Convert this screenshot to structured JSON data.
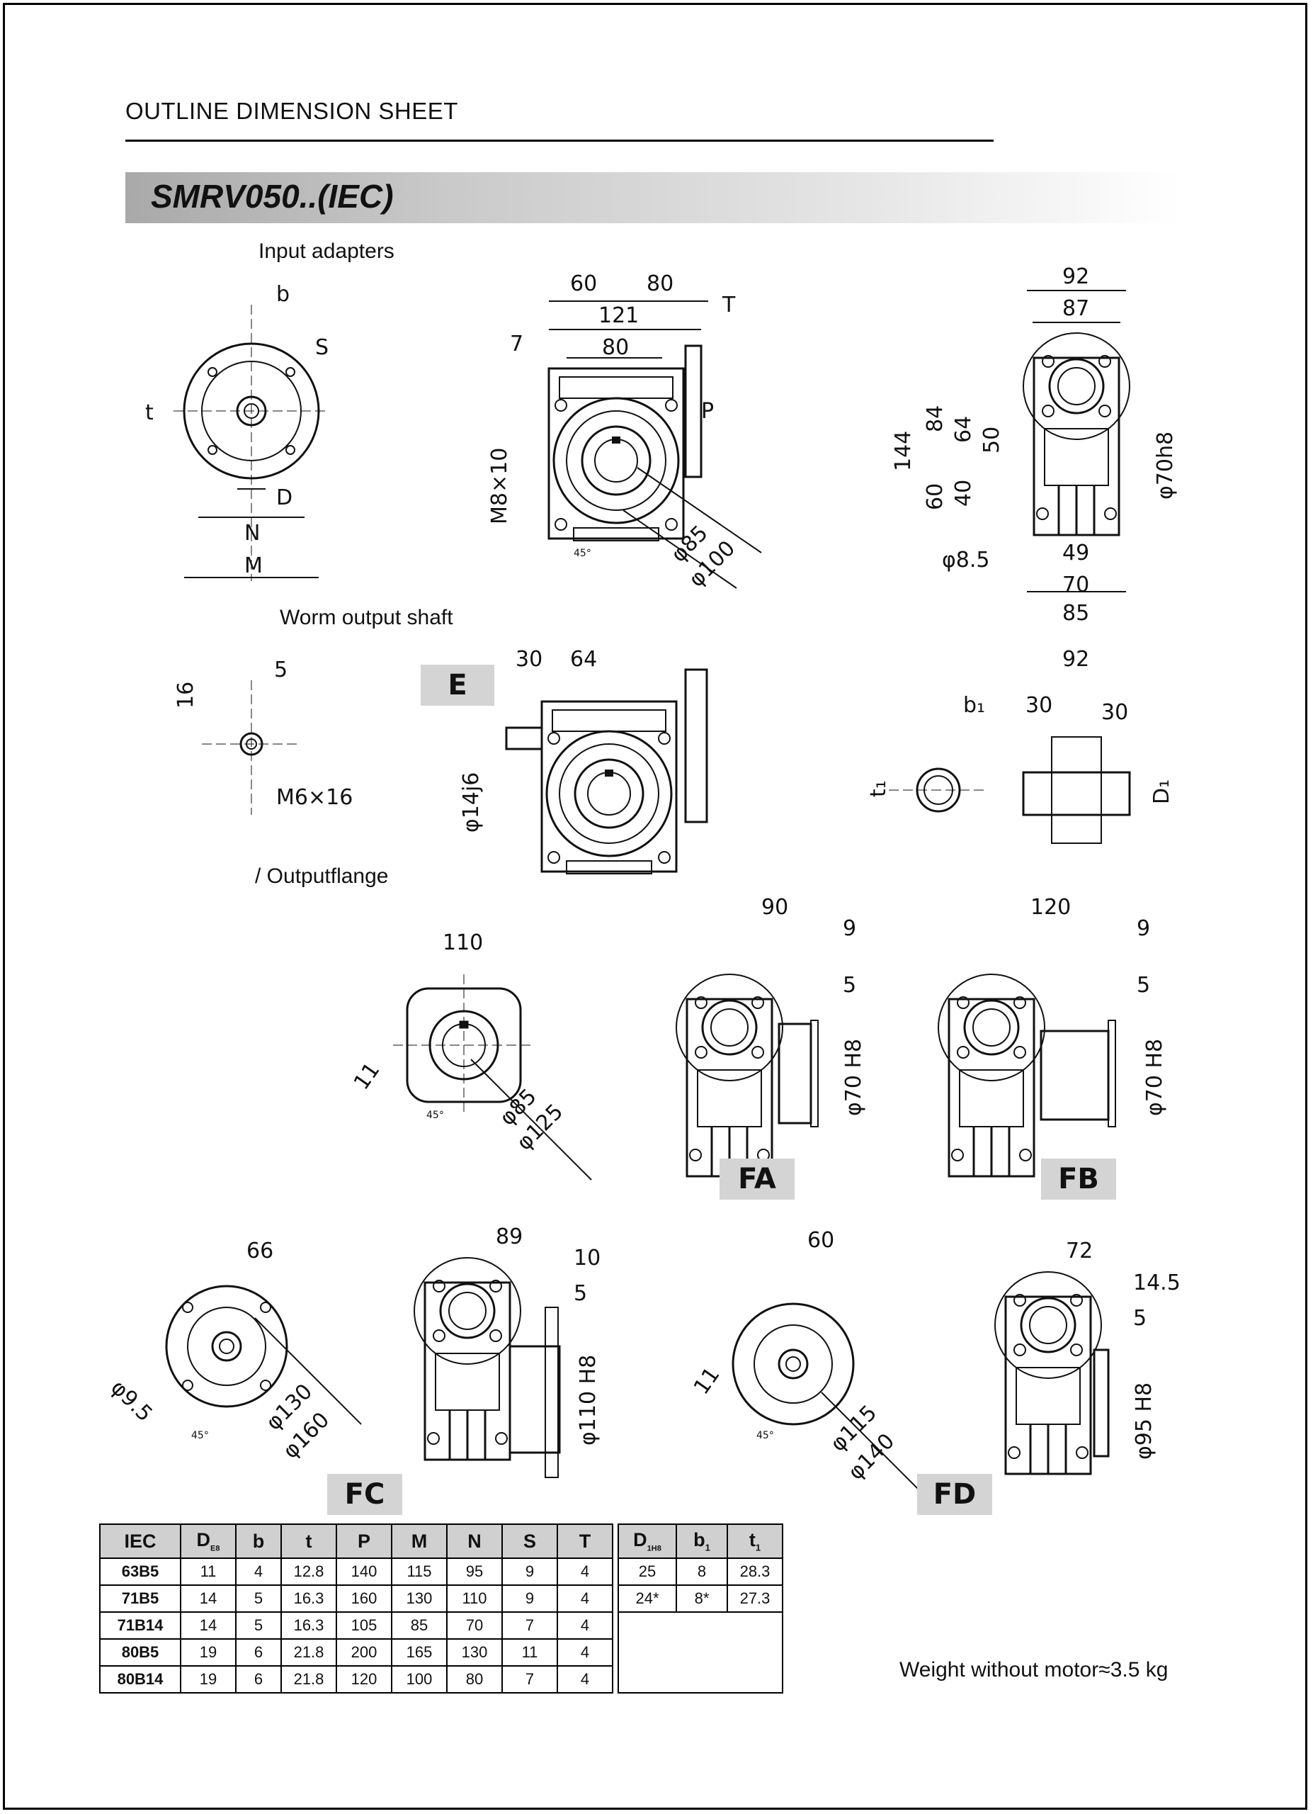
{
  "header": {
    "title": "OUTLINE DIMENSION SHEET",
    "model": "SMRV050..(IEC)"
  },
  "sections": {
    "input_adapters": "Input adapters",
    "worm_output_shaft": "Worm output shaft",
    "output_flange": "/ Outputflange"
  },
  "tags": {
    "e": "E",
    "fa": "FA",
    "fb": "FB",
    "fc": "FC",
    "fd": "FD"
  },
  "dimensions": {
    "input_front": [
      "b",
      "S",
      "t",
      "D",
      "N",
      "M"
    ],
    "input_side": [
      "60",
      "80",
      "121",
      "80",
      "T",
      "7",
      "P",
      "M8×10",
      "45°",
      "φ85",
      "φ100"
    ],
    "input_end": [
      "92",
      "87",
      "144",
      "84",
      "64",
      "50",
      "40",
      "60",
      "φ70h8",
      "φ8.5",
      "49",
      "70",
      "85"
    ],
    "worm_shaft": [
      "5",
      "16",
      "M6×16"
    ],
    "worm_side": [
      "30",
      "64",
      "φ14j6"
    ],
    "hollow_shaft": [
      "b₁",
      "t₁",
      "92",
      "30",
      "30",
      "D₁"
    ],
    "flange_front": [
      "110",
      "11",
      "45°",
      "φ85",
      "φ125"
    ],
    "fa": [
      "90",
      "9",
      "5",
      "φ70 H8"
    ],
    "fb": [
      "120",
      "9",
      "5",
      "φ70 H8"
    ],
    "fc_front": [
      "66",
      "φ9.5",
      "45°",
      "φ130",
      "φ160"
    ],
    "fc_side": [
      "89",
      "10",
      "5",
      "φ110 H8"
    ],
    "fd_front": [
      "60",
      "11",
      "45°",
      "φ115",
      "φ140"
    ],
    "fd_side": [
      "72",
      "14.5",
      "5",
      "φ95 H8"
    ]
  },
  "table": {
    "headers": [
      "IEC",
      "D",
      "b",
      "t",
      "P",
      "M",
      "N",
      "S",
      "T"
    ],
    "header_subs": {
      "d": "E8",
      "d1": "1H8",
      "b1": "1",
      "t1": "1"
    },
    "headers_right": [
      "D",
      "b",
      "t"
    ],
    "rows": [
      [
        "63B5",
        "11",
        "4",
        "12.8",
        "140",
        "115",
        "95",
        "9",
        "4"
      ],
      [
        "71B5",
        "14",
        "5",
        "16.3",
        "160",
        "130",
        "110",
        "9",
        "4"
      ],
      [
        "71B14",
        "14",
        "5",
        "16.3",
        "105",
        "85",
        "70",
        "7",
        "4"
      ],
      [
        "80B5",
        "19",
        "6",
        "21.8",
        "200",
        "165",
        "130",
        "11",
        "4"
      ],
      [
        "80B14",
        "19",
        "6",
        "21.8",
        "120",
        "100",
        "80",
        "7",
        "4"
      ]
    ],
    "rows_right": [
      [
        "25",
        "8",
        "28.3"
      ],
      [
        "24*",
        "8*",
        "27.3"
      ]
    ]
  },
  "footer": {
    "weight": "Weight without motor≈3.5 kg"
  }
}
